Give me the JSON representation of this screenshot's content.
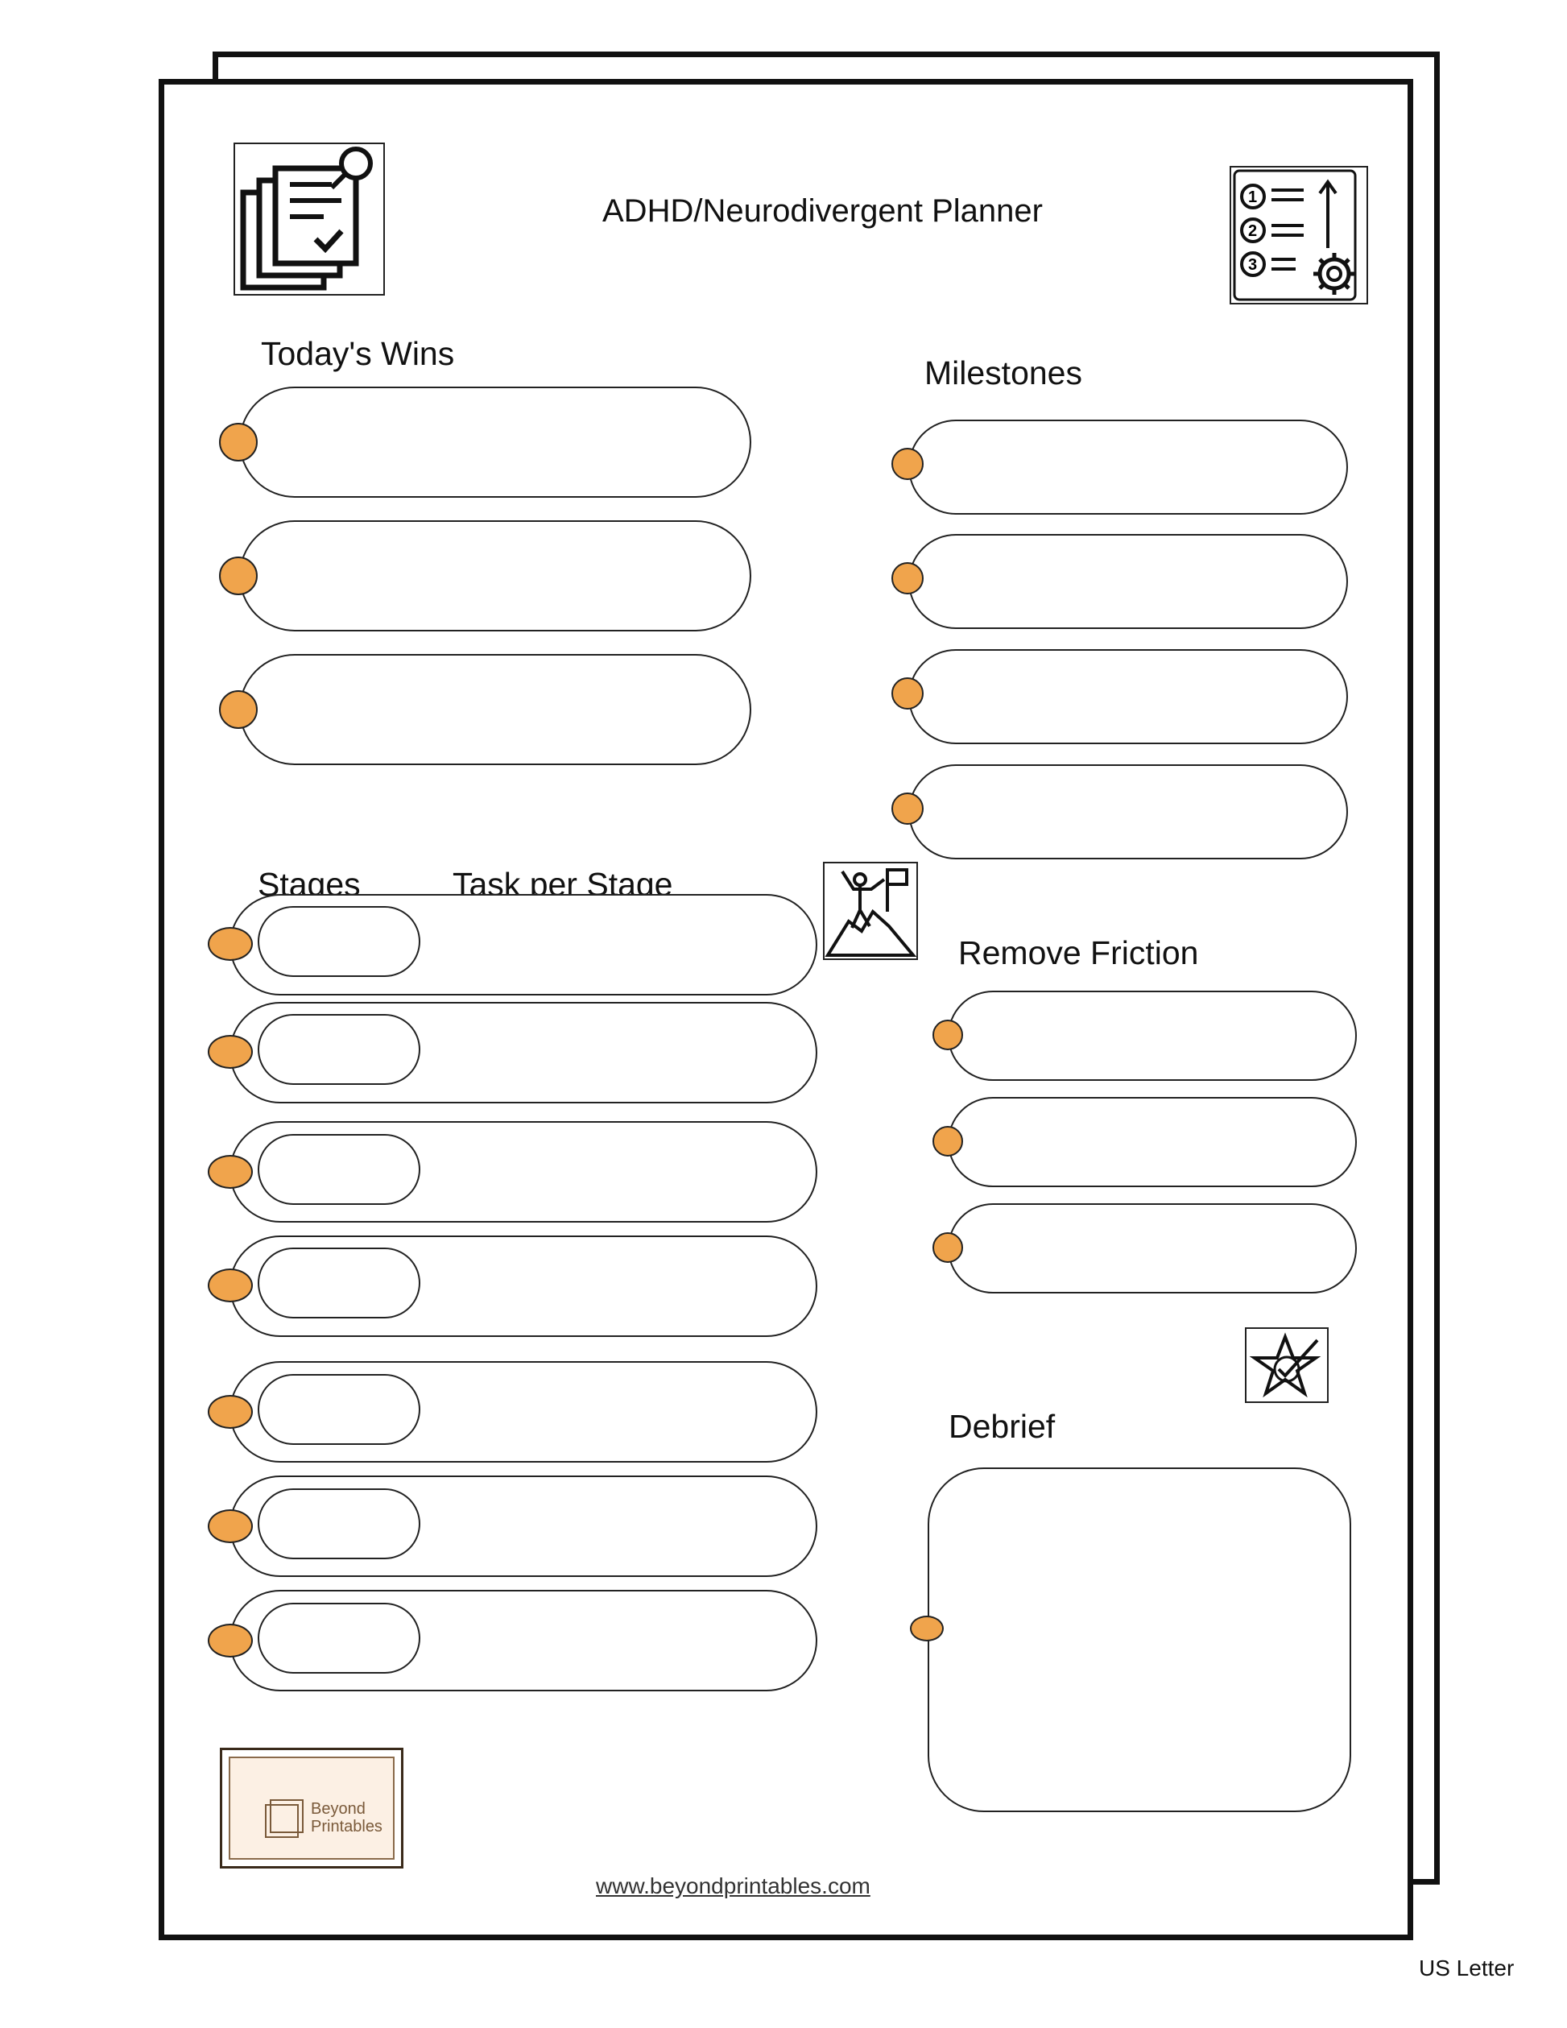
{
  "header": {
    "title": "ADHD/Neurodivergent Planner"
  },
  "sections": {
    "todays_wins": "Today's Wins",
    "milestones": "Milestones",
    "stages": "Stages",
    "task_per_stage": "Task per Stage",
    "remove_friction": "Remove Friction",
    "debrief": "Debrief"
  },
  "brand": {
    "logo_line1": "Beyond",
    "logo_line2": "Printables",
    "website": "www.beyondprintables.com"
  },
  "page_size_label": "US Letter",
  "colors": {
    "accent_dot": "#f0a44c",
    "outline": "#222222",
    "logo_fill": "#fcf0e4"
  },
  "icons": [
    "clipboard-pin-icon",
    "numbered-list-gear-icon",
    "mountain-climber-flag-icon",
    "star-check-icon"
  ]
}
